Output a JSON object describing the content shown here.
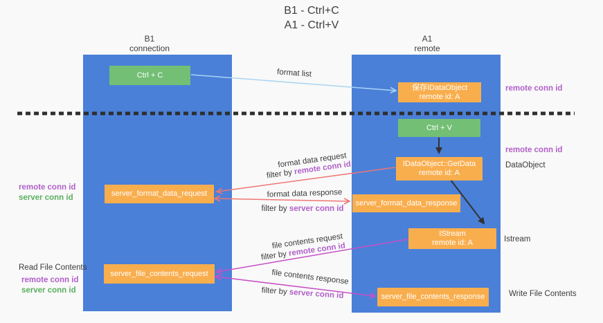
{
  "title": {
    "line1": "B1 - Ctrl+C",
    "line2": "A1 - Ctrl+V"
  },
  "columns": {
    "left": {
      "name": "B1",
      "subtitle": "connection"
    },
    "right": {
      "name": "A1",
      "subtitle": "remote"
    }
  },
  "boxes": {
    "ctrl_c": "Ctrl + C",
    "ctrl_v": "Ctrl + V",
    "save_dataobject_line1": "保存IDataObject",
    "save_dataobject_line2": "remote id: A",
    "getdata_line1": "IDataObject::GetData",
    "getdata_line2": "remote id: A",
    "istream_line1": "IStream",
    "istream_line2": "remote id: A",
    "server_format_data_request": "server_format_data_request",
    "server_format_data_response": "server_format_data_response",
    "server_file_contents_request": "server_file_contents_request",
    "server_file_contents_response": "server_file_contents_response"
  },
  "arrow_labels": {
    "format_list": "format list",
    "format_data_request": "format data request",
    "format_data_response": "format data response",
    "file_contents_request": "file contents request",
    "file_contents_response": "file contents response",
    "filter_by": "filter by",
    "remote_conn_id": "remote conn id",
    "server_conn_id": "server conn id"
  },
  "side_labels": {
    "remote_conn_id": "remote conn id",
    "server_conn_id": "server conn id",
    "dataobject": "DataObject",
    "istream": "Istream",
    "read_file_contents": "Read File Contents",
    "write_file_contents": "Write File Contents"
  },
  "colors": {
    "column_blue": "#4a80d8",
    "box_green": "#73bf75",
    "box_orange": "#f9ae4e",
    "arrow_red": "#ef7673",
    "arrow_magenta": "#c750c7",
    "arrow_lightblue": "#aad5f2",
    "arrow_black": "#333333",
    "label_purple": "#b060c8",
    "label_green": "#5bb05e"
  }
}
